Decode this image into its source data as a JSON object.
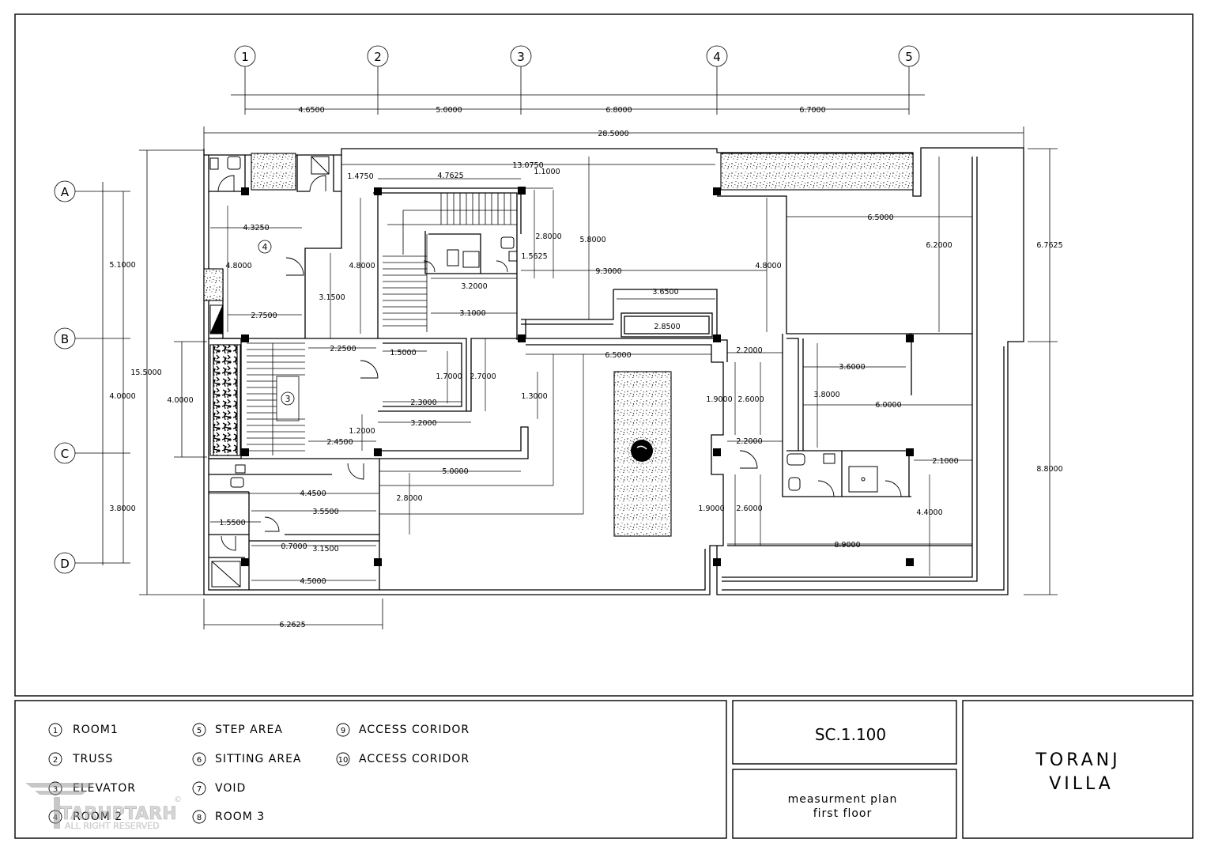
{
  "axes": {
    "columns": [
      "1",
      "2",
      "3",
      "4",
      "5"
    ],
    "rows": [
      "A",
      "B",
      "C",
      "D"
    ]
  },
  "dimensions": {
    "col_1_2": "4.6500",
    "col_2_3": "5.0000",
    "col_3_4": "6.8000",
    "col_4_5": "6.7000",
    "overall_width": "28.5000",
    "overall_height": "15.5000",
    "row_a_b": "5.1000",
    "row_b_c": "4.0000",
    "row_c_d": "3.8000",
    "left_4_0000": "4.0000",
    "right_top": "6.7625",
    "right_bottom": "8.8000",
    "bottom_6_2625": "6.2625",
    "d_13_0750": "13.0750",
    "d_1_4750": "1.4750",
    "d_4_7625": "4.7625",
    "d_1_1000": "1.1000",
    "d_4_3250": "4.3250",
    "d_4_8000_a": "4.8000",
    "d_4_8000_b": "4.8000",
    "d_2_8000_a": "2.8000",
    "d_1_5625": "1.5625",
    "d_5_8000": "5.8000",
    "d_4_8000_c": "4.8000",
    "d_6_5000_a": "6.5000",
    "d_6_2000": "6.2000",
    "d_3_2000_a": "3.2000",
    "d_9_3000": "9.3000",
    "d_3_1500_a": "3.1500",
    "d_2_7500": "2.7500",
    "d_3_1000": "3.1000",
    "d_3_6500": "3.6500",
    "d_2_8500": "2.8500",
    "d_2_2500": "2.2500",
    "d_1_5000": "1.5000",
    "d_6_5000_b": "6.5000",
    "d_2_2000_a": "2.2000",
    "d_3_6000": "3.6000",
    "d_1_7000": "1.7000",
    "d_2_7000": "2.7000",
    "d_1_3000": "1.3000",
    "d_1_9000_a": "1.9000",
    "d_2_6000_a": "2.6000",
    "d_3_8000_b": "3.8000",
    "d_6_0000": "6.0000",
    "d_2_3000": "2.3000",
    "d_3_2000_b": "3.2000",
    "d_1_2000": "1.2000",
    "d_2_4500": "2.4500",
    "d_2_2000_b": "2.2000",
    "d_2_1000": "2.1000",
    "d_5_0000_b": "5.0000",
    "d_4_4500": "4.4500",
    "d_2_8000_b": "2.8000",
    "d_3_5500": "3.5500",
    "d_1_5500": "1.5500",
    "d_0_7000": "0.7000",
    "d_3_1500_b": "3.1500",
    "d_1_9000_b": "1.9000",
    "d_2_6000_b": "2.6000",
    "d_4_4000": "4.4000",
    "d_8_9000": "8.9000",
    "d_4_5000": "4.5000"
  },
  "room_tags": {
    "room_4": "4",
    "elevator_3": "3"
  },
  "legend": [
    {
      "num": "1",
      "label": "ROOM1"
    },
    {
      "num": "2",
      "label": "TRUSS"
    },
    {
      "num": "3",
      "label": "ELEVATOR"
    },
    {
      "num": "4",
      "label": "ROOM 2"
    },
    {
      "num": "5",
      "label": "STEP AREA"
    },
    {
      "num": "6",
      "label": "SITTING AREA"
    },
    {
      "num": "7",
      "label": "VOID"
    },
    {
      "num": "8",
      "label": "ROOM 3"
    },
    {
      "num": "9",
      "label": "ACCESS CORIDOR"
    },
    {
      "num": "10",
      "label": "ACCESS CORIDOR"
    }
  ],
  "title_block": {
    "scale": "SC.1.100",
    "drawing_title_line1": "measurment plan",
    "drawing_title_line2": "first floor",
    "project_line1": "TORANJ",
    "project_line2": "VILLA"
  },
  "watermark": {
    "brand": "TARHPTARH",
    "rights": "ALL RIGHT RESERVED",
    "mark": "©"
  }
}
